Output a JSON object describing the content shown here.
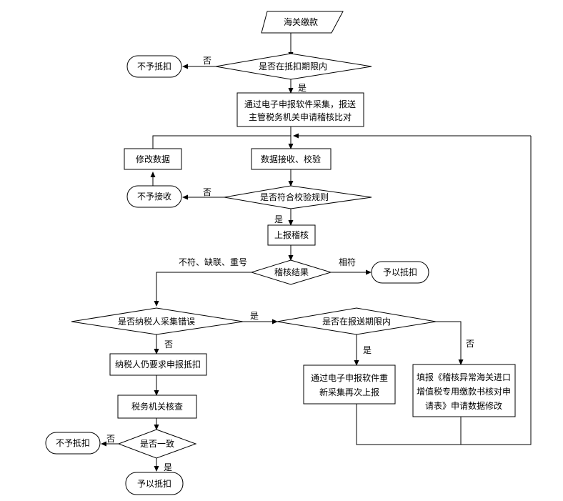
{
  "nodes": {
    "start": "海关缴款",
    "no_deduct_1": "不予抵扣",
    "within_period": "是否在抵扣期限内",
    "collect_line1": "通过电子申报软件采集，报送",
    "collect_line2": "主管税务机关申请稽核比对",
    "modify_data": "修改数据",
    "receive_check": "数据接收、校验",
    "no_receive": "不予接收",
    "meet_rules": "是否符合校验规则",
    "report_audit": "上报稽核",
    "audit_result": "稽核结果",
    "grant_deduct_1": "予以抵扣",
    "taxpayer_error": "是否纳税人采集错误",
    "within_report_period": "是否在报送期限内",
    "taxpayer_request": "纳税人仍要求申报抵扣",
    "recollect_line1": "通过电子申报软件重",
    "recollect_line2": "新采集再次上报",
    "form_line1": "填报《稽核异常海关进口",
    "form_line2": "增值税专用缴款书核对申",
    "form_line3": "请表》申请数据修改",
    "tax_review": "税务机关核查",
    "consistent": "是否一致",
    "no_deduct_2": "不予抵扣",
    "grant_deduct_2": "予以抵扣"
  },
  "edge_labels": {
    "no": "否",
    "yes": "是",
    "mismatch": "不符、缺联、重号",
    "match": "相符"
  }
}
